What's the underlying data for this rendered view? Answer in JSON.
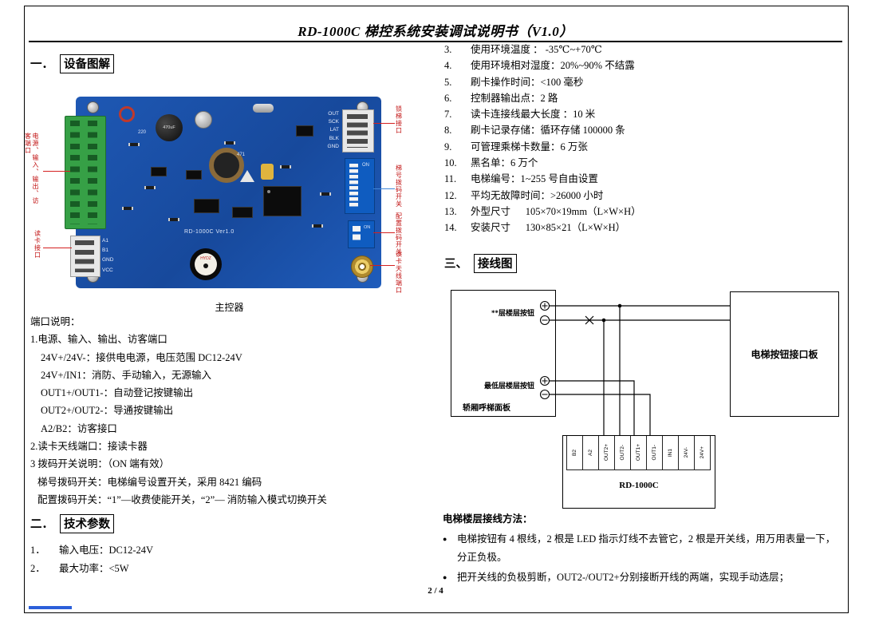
{
  "doc": {
    "title": "RD-1000C 梯控系统安装调试说明书（V1.0）",
    "page_number": "2 / 4",
    "bullet_char": "●"
  },
  "sections": {
    "s1_num": "一．",
    "s1_title": "设备图解",
    "s2_num": "二．",
    "s2_title": "技术参数",
    "s3_num": "三、",
    "s3_title": "接线图"
  },
  "board": {
    "caption": "主控器",
    "callouts": {
      "left_top": "电源、输入、输出、访客端口",
      "left_bottom": "读卡接口",
      "right_top": "锁梯接口",
      "right_dip8": "梯号拨码开关",
      "right_dip2": "配置拨码开关",
      "right_antenna": "读卡天线端口"
    },
    "pins_top_right": [
      "OUT",
      "SCK",
      "LAT",
      "BLK",
      "GND"
    ],
    "pins_bottom_left": [
      "A1",
      "B1",
      "GND",
      "VCC"
    ],
    "silk": {
      "model": "RD-1000C Ver1.0",
      "cap": "470uF",
      "mark1": "471",
      "mark2": "220",
      "buzzer": "HYDZ",
      "dip_on": "ON"
    }
  },
  "port_desc": {
    "heading": "端口说明：",
    "lines": [
      "1.电源、输入、输出、访客端口",
      "24V+/24V-：接供电电源，电压范围 DC12-24V",
      "24V+/IN1：消防、手动输入，无源输入",
      "OUT1+/OUT1-：自动登记按键输出",
      "OUT2+/OUT2-：导通按键输出",
      "A2/B2：访客接口",
      "2.读卡天线端口：接读卡器",
      "3 拨码开关说明：（ON 端有效）",
      "梯号拨码开关：电梯编号设置开关，采用 8421 编码",
      "配置拨码开关：“1”—收费使能开关，“2”— 消防输入模式切换开关"
    ]
  },
  "tech_params": {
    "items": [
      {
        "num": "1．",
        "text": "输入电压：DC12-24V"
      },
      {
        "num": "2．",
        "text": "最大功率：<5W"
      }
    ]
  },
  "specs": {
    "items": [
      {
        "num": "3.",
        "text": "使用环境温度 ： -35℃~+70℃"
      },
      {
        "num": "4.",
        "text": "使用环境相对湿度：20%~90% 不结露"
      },
      {
        "num": "5.",
        "text": "刷卡操作时间：<100 毫秒"
      },
      {
        "num": "6.",
        "text": "控制器输出点：2 路"
      },
      {
        "num": "7.",
        "text": "读卡连接线最大长度 ：10 米"
      },
      {
        "num": "8.",
        "text": "刷卡记录存储：循环存储 100000 条"
      },
      {
        "num": "9.",
        "text": "可管理乘梯卡数量：6 万张"
      },
      {
        "num": "10.",
        "text": "黑名单：6 万个"
      },
      {
        "num": "11.",
        "text": "电梯编号：1~255 号自由设置"
      },
      {
        "num": "12.",
        "text": "平均无故障时间：>26000 小时"
      },
      {
        "num": "13.",
        "text": "外型尺寸      105×70×19mm（L×W×H）"
      },
      {
        "num": "14.",
        "text": "安装尺寸      130×85×21（L×W×H）"
      }
    ]
  },
  "diagram": {
    "top_label": "**层楼层按钮",
    "bottom_label": "最低层楼层按钮",
    "panel_label": "轿厢呼梯面板",
    "right_box_label": "电梯按钮接口板",
    "controller_label": "RD-1000C",
    "terminals": [
      "B2",
      "A2",
      "OUT2+",
      "OUT2-",
      "OUT1+",
      "OUT1-",
      "IN1",
      "24V-",
      "24V+"
    ]
  },
  "wiring": {
    "heading": "电梯楼层接线方法：",
    "bullets": [
      "电梯按钮有 4 根线，2 根是 LED 指示灯线不去管它，2 根是开关线，用万用表量一下，分正负极。",
      "把开关线的负极剪断，OUT2-/OUT2+分别接断开线的两端，实现手动选层；"
    ]
  }
}
